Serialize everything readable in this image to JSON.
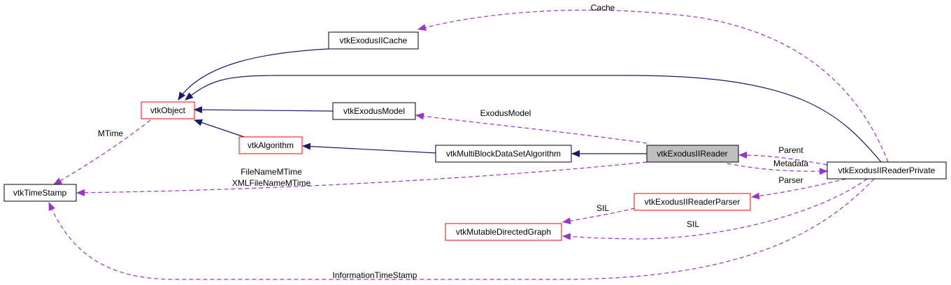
{
  "colors": {
    "inherit_edge": "#191970",
    "usage_edge": "#9a32cd",
    "node_border_black": "#000000",
    "node_border_red": "#ff0000",
    "focus_fill": "#bfbfbf"
  },
  "nodes": {
    "vtkExodusIICache": "vtkExodusIICache",
    "vtkObject": "vtkObject",
    "vtkExodusModel": "vtkExodusModel",
    "vtkAlgorithm": "vtkAlgorithm",
    "vtkMultiBlockDataSetAlgorithm": "vtkMultiBlockDataSetAlgorithm",
    "vtkExodusIIReader": "vtkExodusIIReader",
    "vtkExodusIIReaderPrivate": "vtkExodusIIReaderPrivate",
    "vtkTimeStamp": "vtkTimeStamp",
    "vtkExodusIIReaderParser": "vtkExodusIIReaderParser",
    "vtkMutableDirectedGraph": "vtkMutableDirectedGraph"
  },
  "edge_labels": {
    "cache": "Cache",
    "exodus_model": "ExodusModel",
    "mtime": "MTime",
    "parent": "Parent",
    "metadata": "Metadata",
    "filename_mtime": "FileNameMTime",
    "xml_filename_mtime": "XMLFileNameMTime",
    "parser": "Parser",
    "sil_parser": "SIL",
    "sil_private": "SIL",
    "information_time_stamp": "InformationTimeStamp"
  }
}
